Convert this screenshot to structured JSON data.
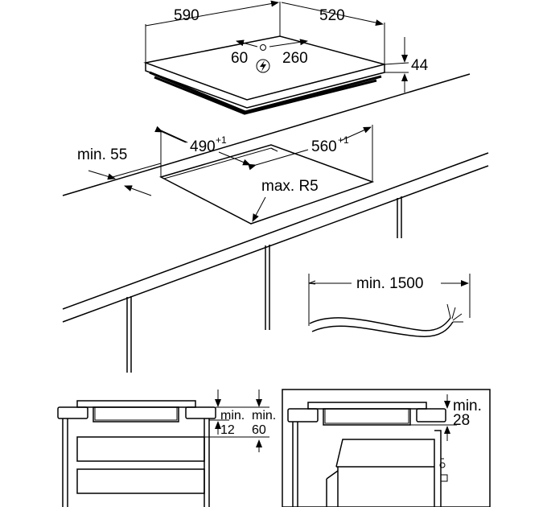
{
  "hob_dimensions": {
    "width": "590",
    "depth": "520",
    "height": "44",
    "connection_left": "60",
    "connection_right": "260"
  },
  "cutout_dimensions": {
    "width": "490",
    "width_tolerance": "+1",
    "depth": "560",
    "depth_tolerance": "+1",
    "min_front_distance": "min. 55",
    "max_corner_radius": "max. R5"
  },
  "cable": {
    "min_length": "min. 1500"
  },
  "section_left": {
    "label_a_line1": "min.",
    "label_a_line2": "12",
    "label_b_line1": "min.",
    "label_b_line2": "60"
  },
  "section_right": {
    "label_line1": "min.",
    "label_line2": "28"
  },
  "icons": {
    "electrical": "lightning-in-circle-icon"
  }
}
